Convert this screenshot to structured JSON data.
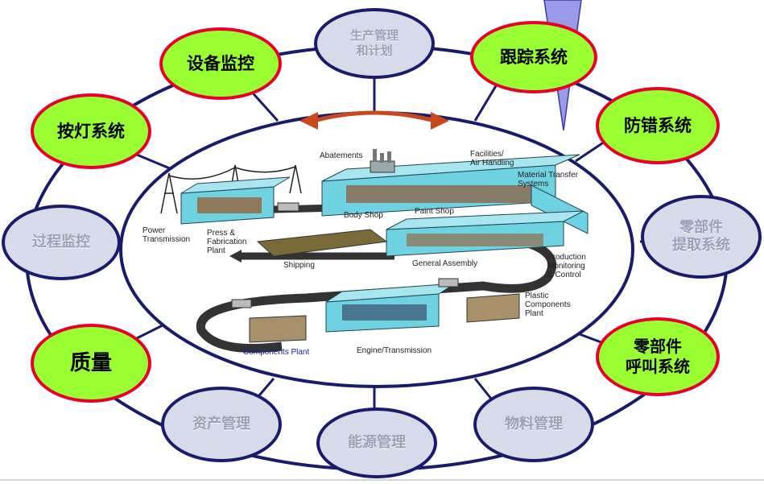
{
  "diagram": {
    "colors": {
      "ring": "#1b1b6e",
      "highlight_fill": "#99ff33",
      "highlight_border": "#e8002a",
      "muted_fill": "#d7dbe9",
      "muted_text": "#9aa0b8",
      "arrow": "#c8481e",
      "wedge": "#9a9ae8"
    },
    "nodes": [
      {
        "id": "production-planning",
        "label": "生产管理\n和计划",
        "style": "muted"
      },
      {
        "id": "tracking",
        "label": "跟踪系统",
        "style": "highlight"
      },
      {
        "id": "error-proofing",
        "label": "防错系统",
        "style": "highlight"
      },
      {
        "id": "parts-retrieval",
        "label": "零部件\n提取系统",
        "style": "muted"
      },
      {
        "id": "parts-call",
        "label": "零部件\n呼叫系统",
        "style": "highlight"
      },
      {
        "id": "material-management",
        "label": "物料管理",
        "style": "muted"
      },
      {
        "id": "energy-management",
        "label": "能源管理",
        "style": "muted"
      },
      {
        "id": "asset-management",
        "label": "资产管理",
        "style": "muted"
      },
      {
        "id": "quality",
        "label": "质量",
        "style": "highlight"
      },
      {
        "id": "process-monitoring",
        "label": "过程监控",
        "style": "muted"
      },
      {
        "id": "andon",
        "label": "按灯系统",
        "style": "highlight"
      },
      {
        "id": "equipment-monitoring",
        "label": "设备监控",
        "style": "highlight"
      }
    ],
    "plant_labels": {
      "abatements": "Abatements",
      "facilities": "Facilities/\nAir Handling",
      "material_transfer": "Material Transfer\nSystems",
      "body_shop": "Body Shop",
      "paint_shop": "Paint Shop",
      "power_transmission": "Power\nTransmission",
      "press_fabrication": "Press &\nFabrication\nPlant",
      "shipping": "Shipping",
      "general_assembly": "General Assembly",
      "production_monitoring": "Production\nMonitoring\n& Control",
      "plastic_components": "Plastic\nComponents\nPlant",
      "components_plant": "Components Plant",
      "engine_transmission": "Engine/Transmission"
    }
  }
}
